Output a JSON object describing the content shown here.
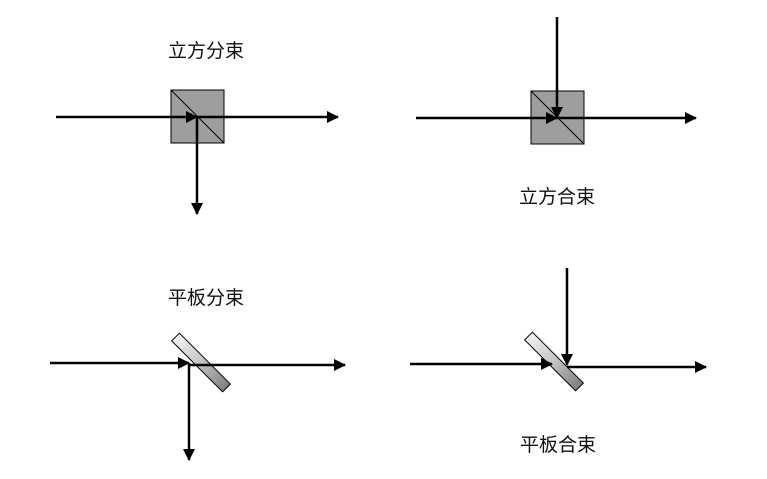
{
  "labels": {
    "cube_split": "立方分束",
    "cube_combine": "立方合束",
    "plate_split": "平板分束",
    "plate_combine": "平板合束"
  },
  "colors": {
    "beam": "#000000",
    "cube_fill": "#9e9e9e",
    "plate_light": "#e8e8e8",
    "plate_dark": "#8a8a8a"
  }
}
